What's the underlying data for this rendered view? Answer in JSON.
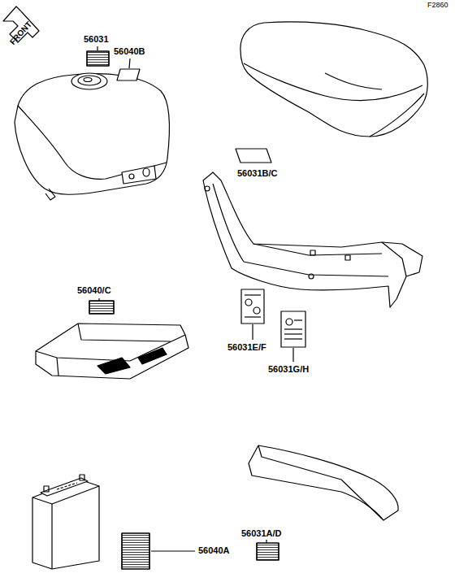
{
  "diagram": {
    "labels": [
      "F2860",
      "FRONT",
      "56031",
      "56040B",
      "56031B/C",
      "56040/C",
      "56031E/F",
      "56031G/H",
      "56040A",
      "56031A/D"
    ]
  }
}
